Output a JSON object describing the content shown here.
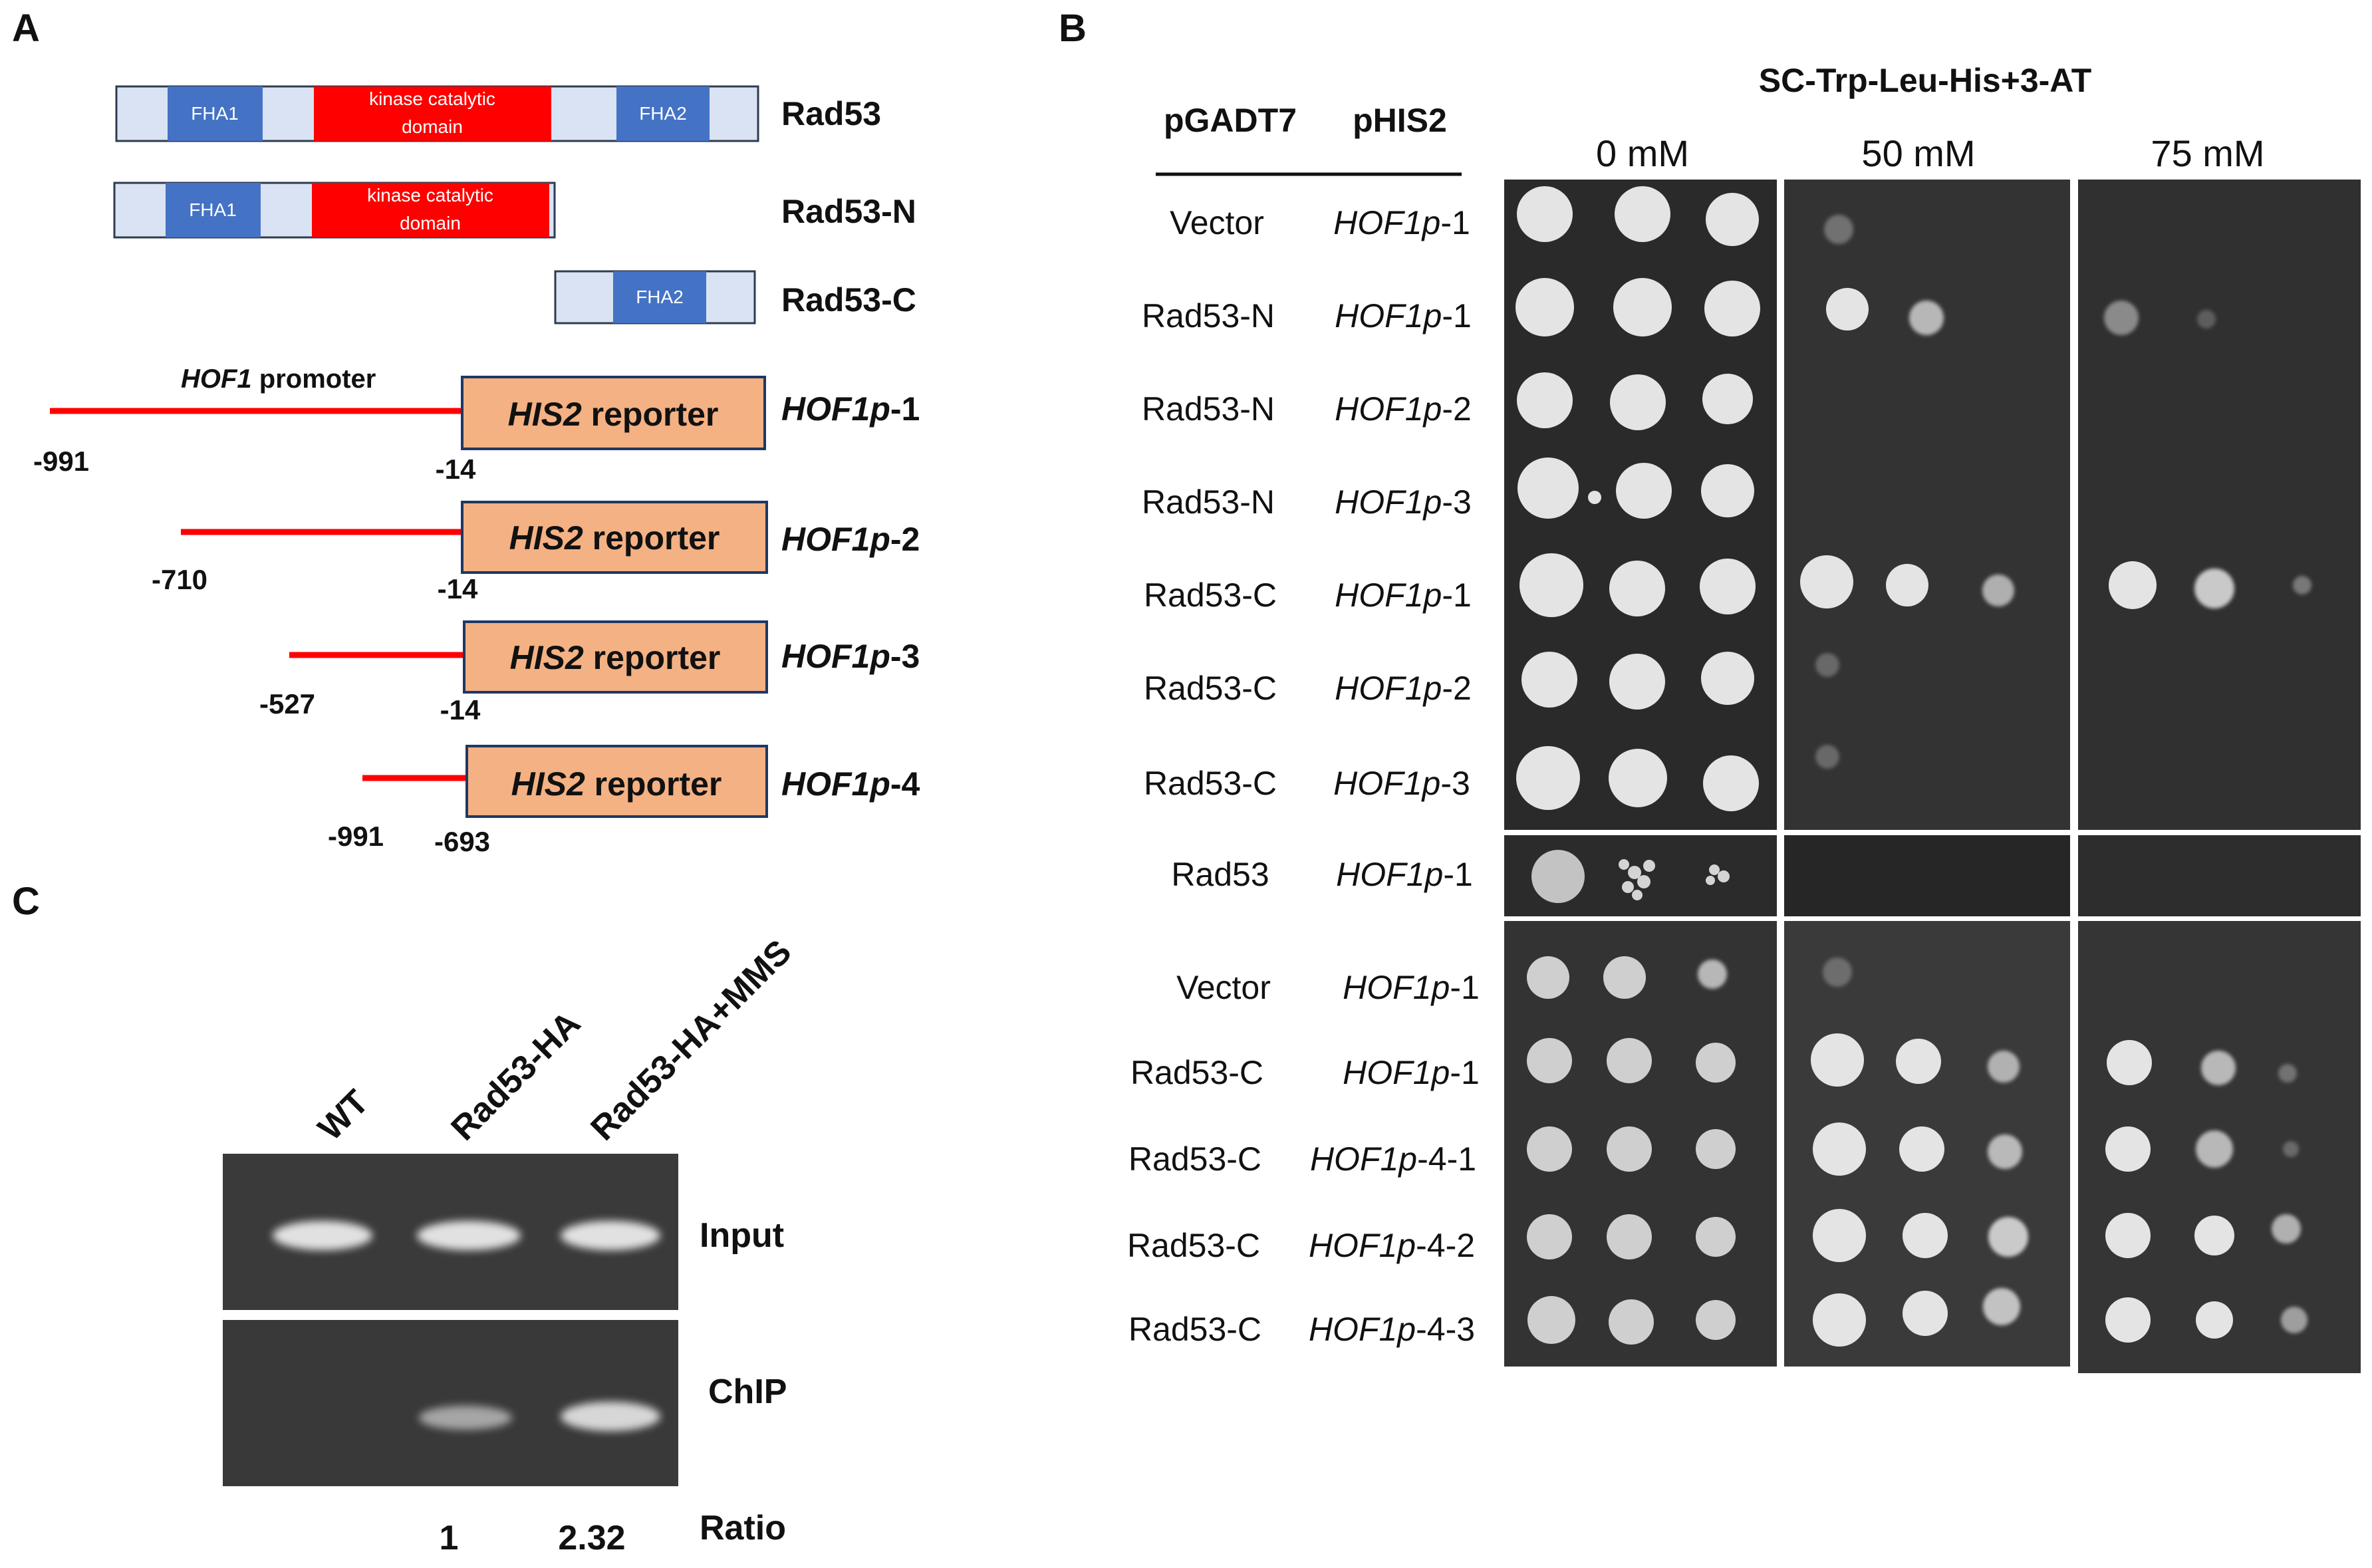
{
  "panels": {
    "a": {
      "letter": "A",
      "proteins": [
        {
          "name": "Rad53",
          "domains": [
            "FHA1",
            "kinase catalytic domain",
            "FHA2"
          ]
        },
        {
          "name": "Rad53-N",
          "domains": [
            "FHA1",
            "kinase catalytic domain"
          ]
        },
        {
          "name": "Rad53-C",
          "domains": [
            "FHA2"
          ]
        }
      ],
      "promoter_label_italic": "HOF1",
      "promoter_label_rest": " promoter",
      "reporters": [
        {
          "name_italic": "HOF1p",
          "name_suffix": "-1",
          "start": "-991",
          "end": "-14"
        },
        {
          "name_italic": "HOF1p",
          "name_suffix": "-2",
          "start": "-710",
          "end": "-14"
        },
        {
          "name_italic": "HOF1p",
          "name_suffix": "-3",
          "start": "-527",
          "end": "-14"
        },
        {
          "name_italic": "HOF1p",
          "name_suffix": "-4",
          "start": "-991",
          "end": "-693"
        }
      ],
      "reporter_box_italic": "HIS2",
      "reporter_box_rest": " reporter"
    },
    "b": {
      "letter": "B",
      "title": "SC-Trp-Leu-His+3-AT",
      "col_header_1": "pGADT7",
      "col_header_2": "pHIS2",
      "concentrations": [
        "0 mM",
        "50 mM",
        "75 mM"
      ],
      "rows": [
        {
          "bait": "Vector",
          "prey_italic": "HOF1p",
          "prey_suffix": "-1"
        },
        {
          "bait": "Rad53-N",
          "prey_italic": "HOF1p",
          "prey_suffix": "-1"
        },
        {
          "bait": "Rad53-N",
          "prey_italic": "HOF1p",
          "prey_suffix": "-2"
        },
        {
          "bait": "Rad53-N",
          "prey_italic": "HOF1p",
          "prey_suffix": "-3"
        },
        {
          "bait": "Rad53-C",
          "prey_italic": "HOF1p",
          "prey_suffix": "-1"
        },
        {
          "bait": "Rad53-C",
          "prey_italic": "HOF1p",
          "prey_suffix": "-2"
        },
        {
          "bait": "Rad53-C",
          "prey_italic": "HOF1p",
          "prey_suffix": "-3"
        },
        {
          "bait": "Rad53",
          "prey_italic": "HOF1p",
          "prey_suffix": "-1"
        },
        {
          "bait": "Vector",
          "prey_italic": "HOF1p",
          "prey_suffix": "-1"
        },
        {
          "bait": "Rad53-C",
          "prey_italic": "HOF1p",
          "prey_suffix": "-1"
        },
        {
          "bait": "Rad53-C",
          "prey_italic": "HOF1p",
          "prey_suffix": "-4-1"
        },
        {
          "bait": "Rad53-C",
          "prey_italic": "HOF1p",
          "prey_suffix": "-4-2"
        },
        {
          "bait": "Rad53-C",
          "prey_italic": "HOF1p",
          "prey_suffix": "-4-3"
        }
      ]
    },
    "c": {
      "letter": "C",
      "lanes": [
        "WT",
        "Rad53-HA",
        "Rad53-HA+MMS"
      ],
      "gels": [
        "Input",
        "ChIP"
      ],
      "ratio_label": "Ratio",
      "ratios": [
        "1",
        "2.32"
      ]
    }
  }
}
